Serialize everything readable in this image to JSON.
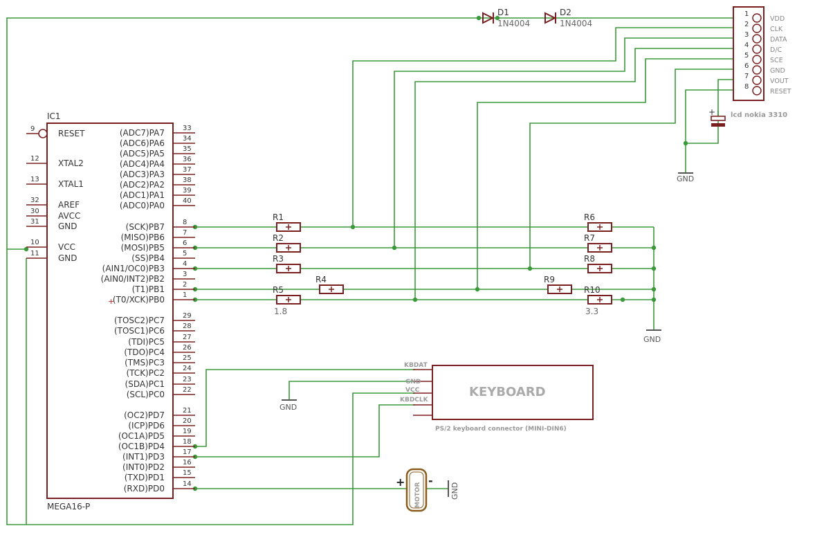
{
  "ic": {
    "name": "IC1",
    "part": "MEGA16-P",
    "left_pins": [
      {
        "num": "9",
        "name": "RESET"
      },
      {
        "num": "12",
        "name": "XTAL2"
      },
      {
        "num": "13",
        "name": "XTAL1"
      },
      {
        "num": "32",
        "name": "AREF"
      },
      {
        "num": "30",
        "name": "AVCC"
      },
      {
        "num": "31",
        "name": "GND"
      },
      {
        "num": "10",
        "name": "VCC"
      },
      {
        "num": "11",
        "name": "GND"
      }
    ],
    "right_pins": [
      {
        "num": "33",
        "name": "(ADC7)PA7"
      },
      {
        "num": "34",
        "name": "(ADC6)PA6"
      },
      {
        "num": "35",
        "name": "(ADC5)PA5"
      },
      {
        "num": "36",
        "name": "(ADC4)PA4"
      },
      {
        "num": "37",
        "name": "(ADC3)PA3"
      },
      {
        "num": "38",
        "name": "(ADC2)PA2"
      },
      {
        "num": "39",
        "name": "(ADC1)PA1"
      },
      {
        "num": "40",
        "name": "(ADC0)PA0"
      },
      {
        "num": "8",
        "name": "(SCK)PB7"
      },
      {
        "num": "7",
        "name": "(MISO)PB6"
      },
      {
        "num": "6",
        "name": "(MOSI)PB5"
      },
      {
        "num": "5",
        "name": "(SS)PB4"
      },
      {
        "num": "4",
        "name": "(AIN1/OC0)PB3"
      },
      {
        "num": "3",
        "name": "(AIN0/INT2)PB2"
      },
      {
        "num": "2",
        "name": "(T1)PB1"
      },
      {
        "num": "1",
        "name": "(T0/XCK)PB0"
      },
      {
        "num": "29",
        "name": "(TOSC2)PC7"
      },
      {
        "num": "28",
        "name": "(TOSC1)PC6"
      },
      {
        "num": "27",
        "name": "(TDI)PC5"
      },
      {
        "num": "26",
        "name": "(TDO)PC4"
      },
      {
        "num": "25",
        "name": "(TMS)PC3"
      },
      {
        "num": "24",
        "name": "(TCK)PC2"
      },
      {
        "num": "23",
        "name": "(SDA)PC1"
      },
      {
        "num": "22",
        "name": "(SCL)PC0"
      },
      {
        "num": "21",
        "name": "(OC2)PD7"
      },
      {
        "num": "20",
        "name": "(ICP)PD6"
      },
      {
        "num": "19",
        "name": "(OC1A)PD5"
      },
      {
        "num": "18",
        "name": "(OC1B)PD4"
      },
      {
        "num": "17",
        "name": "(INT1)PD3"
      },
      {
        "num": "16",
        "name": "(INT0)PD2"
      },
      {
        "num": "15",
        "name": "(TXD)PD1"
      },
      {
        "num": "14",
        "name": "(RXD)PD0"
      }
    ]
  },
  "diodes": [
    {
      "name": "D1",
      "value": "1N4004"
    },
    {
      "name": "D2",
      "value": "1N4004"
    }
  ],
  "lcd": {
    "name": "lcd nokia 3310",
    "pins": [
      {
        "num": "1",
        "name": "VDD"
      },
      {
        "num": "2",
        "name": "CLK"
      },
      {
        "num": "3",
        "name": "DATA"
      },
      {
        "num": "4",
        "name": "D/C"
      },
      {
        "num": "5",
        "name": "SCE"
      },
      {
        "num": "6",
        "name": "GND"
      },
      {
        "num": "7",
        "name": "VOUT"
      },
      {
        "num": "8",
        "name": "RESET"
      }
    ]
  },
  "resistors": {
    "R1": "R1",
    "R2": "R2",
    "R3": "R3",
    "R4": "R4",
    "R5": "R5",
    "R6": "R6",
    "R7": "R7",
    "R8": "R8",
    "R9": "R9",
    "R10": "R10",
    "r5_value": "1.8",
    "r10_value": "3.3"
  },
  "keyboard": {
    "title": "KEYBOARD",
    "subtitle": "PS/2 keyboard connector (MINI-DIN6)",
    "pins": [
      "KBDAT",
      "GND",
      "VCC",
      "KBDCLK"
    ]
  },
  "motor": {
    "label": "MOTOR",
    "plus": "+",
    "minus": "-"
  },
  "gnd_label": "GND",
  "colors": {
    "wire": "#3a9a3a",
    "component": "#7a1f1f",
    "text": "#555555"
  }
}
